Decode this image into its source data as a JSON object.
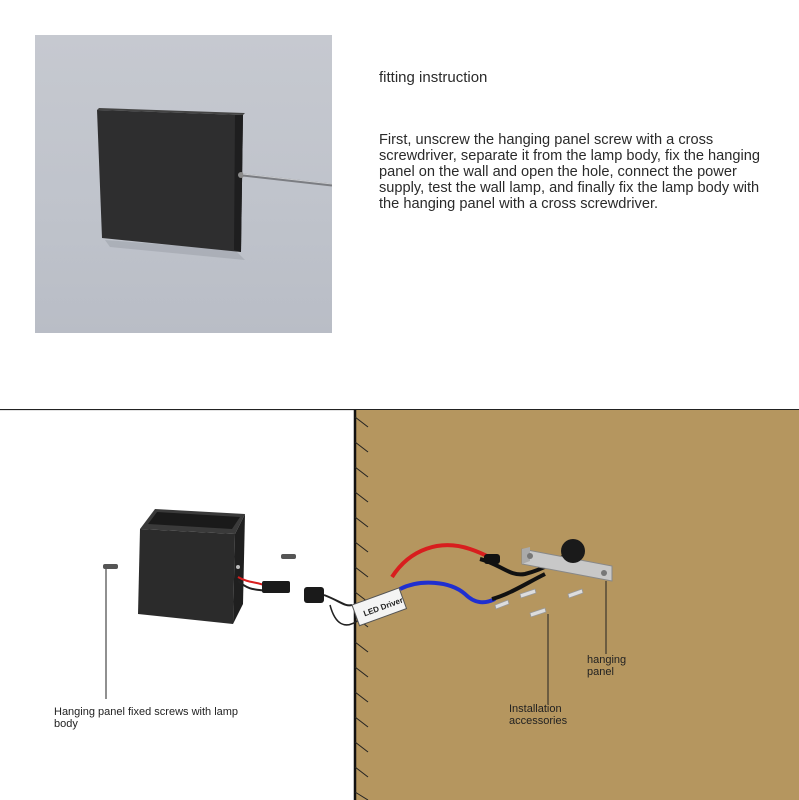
{
  "photo": {
    "icon": "wall-lamp-photo"
  },
  "instruction": {
    "title": "fitting instruction",
    "body": "First, unscrew the hanging panel screw with a cross screwdriver, separate it from the lamp body, fix the hanging panel on the wall and open the hole, connect the power supply, test the wall lamp, and finally fix the lamp body with the hanging panel with a cross screwdriver."
  },
  "diagram": {
    "driver_label": "LED Driver",
    "labels": {
      "screws": "Hanging panel fixed screws with lamp body",
      "accessories": "Installation accessories",
      "panel": "hanging panel"
    },
    "colors": {
      "wall": "#b5965f",
      "lamp": "#2b2b2b",
      "wire_red": "#d81e1e",
      "wire_blue": "#1f2fd0"
    }
  }
}
